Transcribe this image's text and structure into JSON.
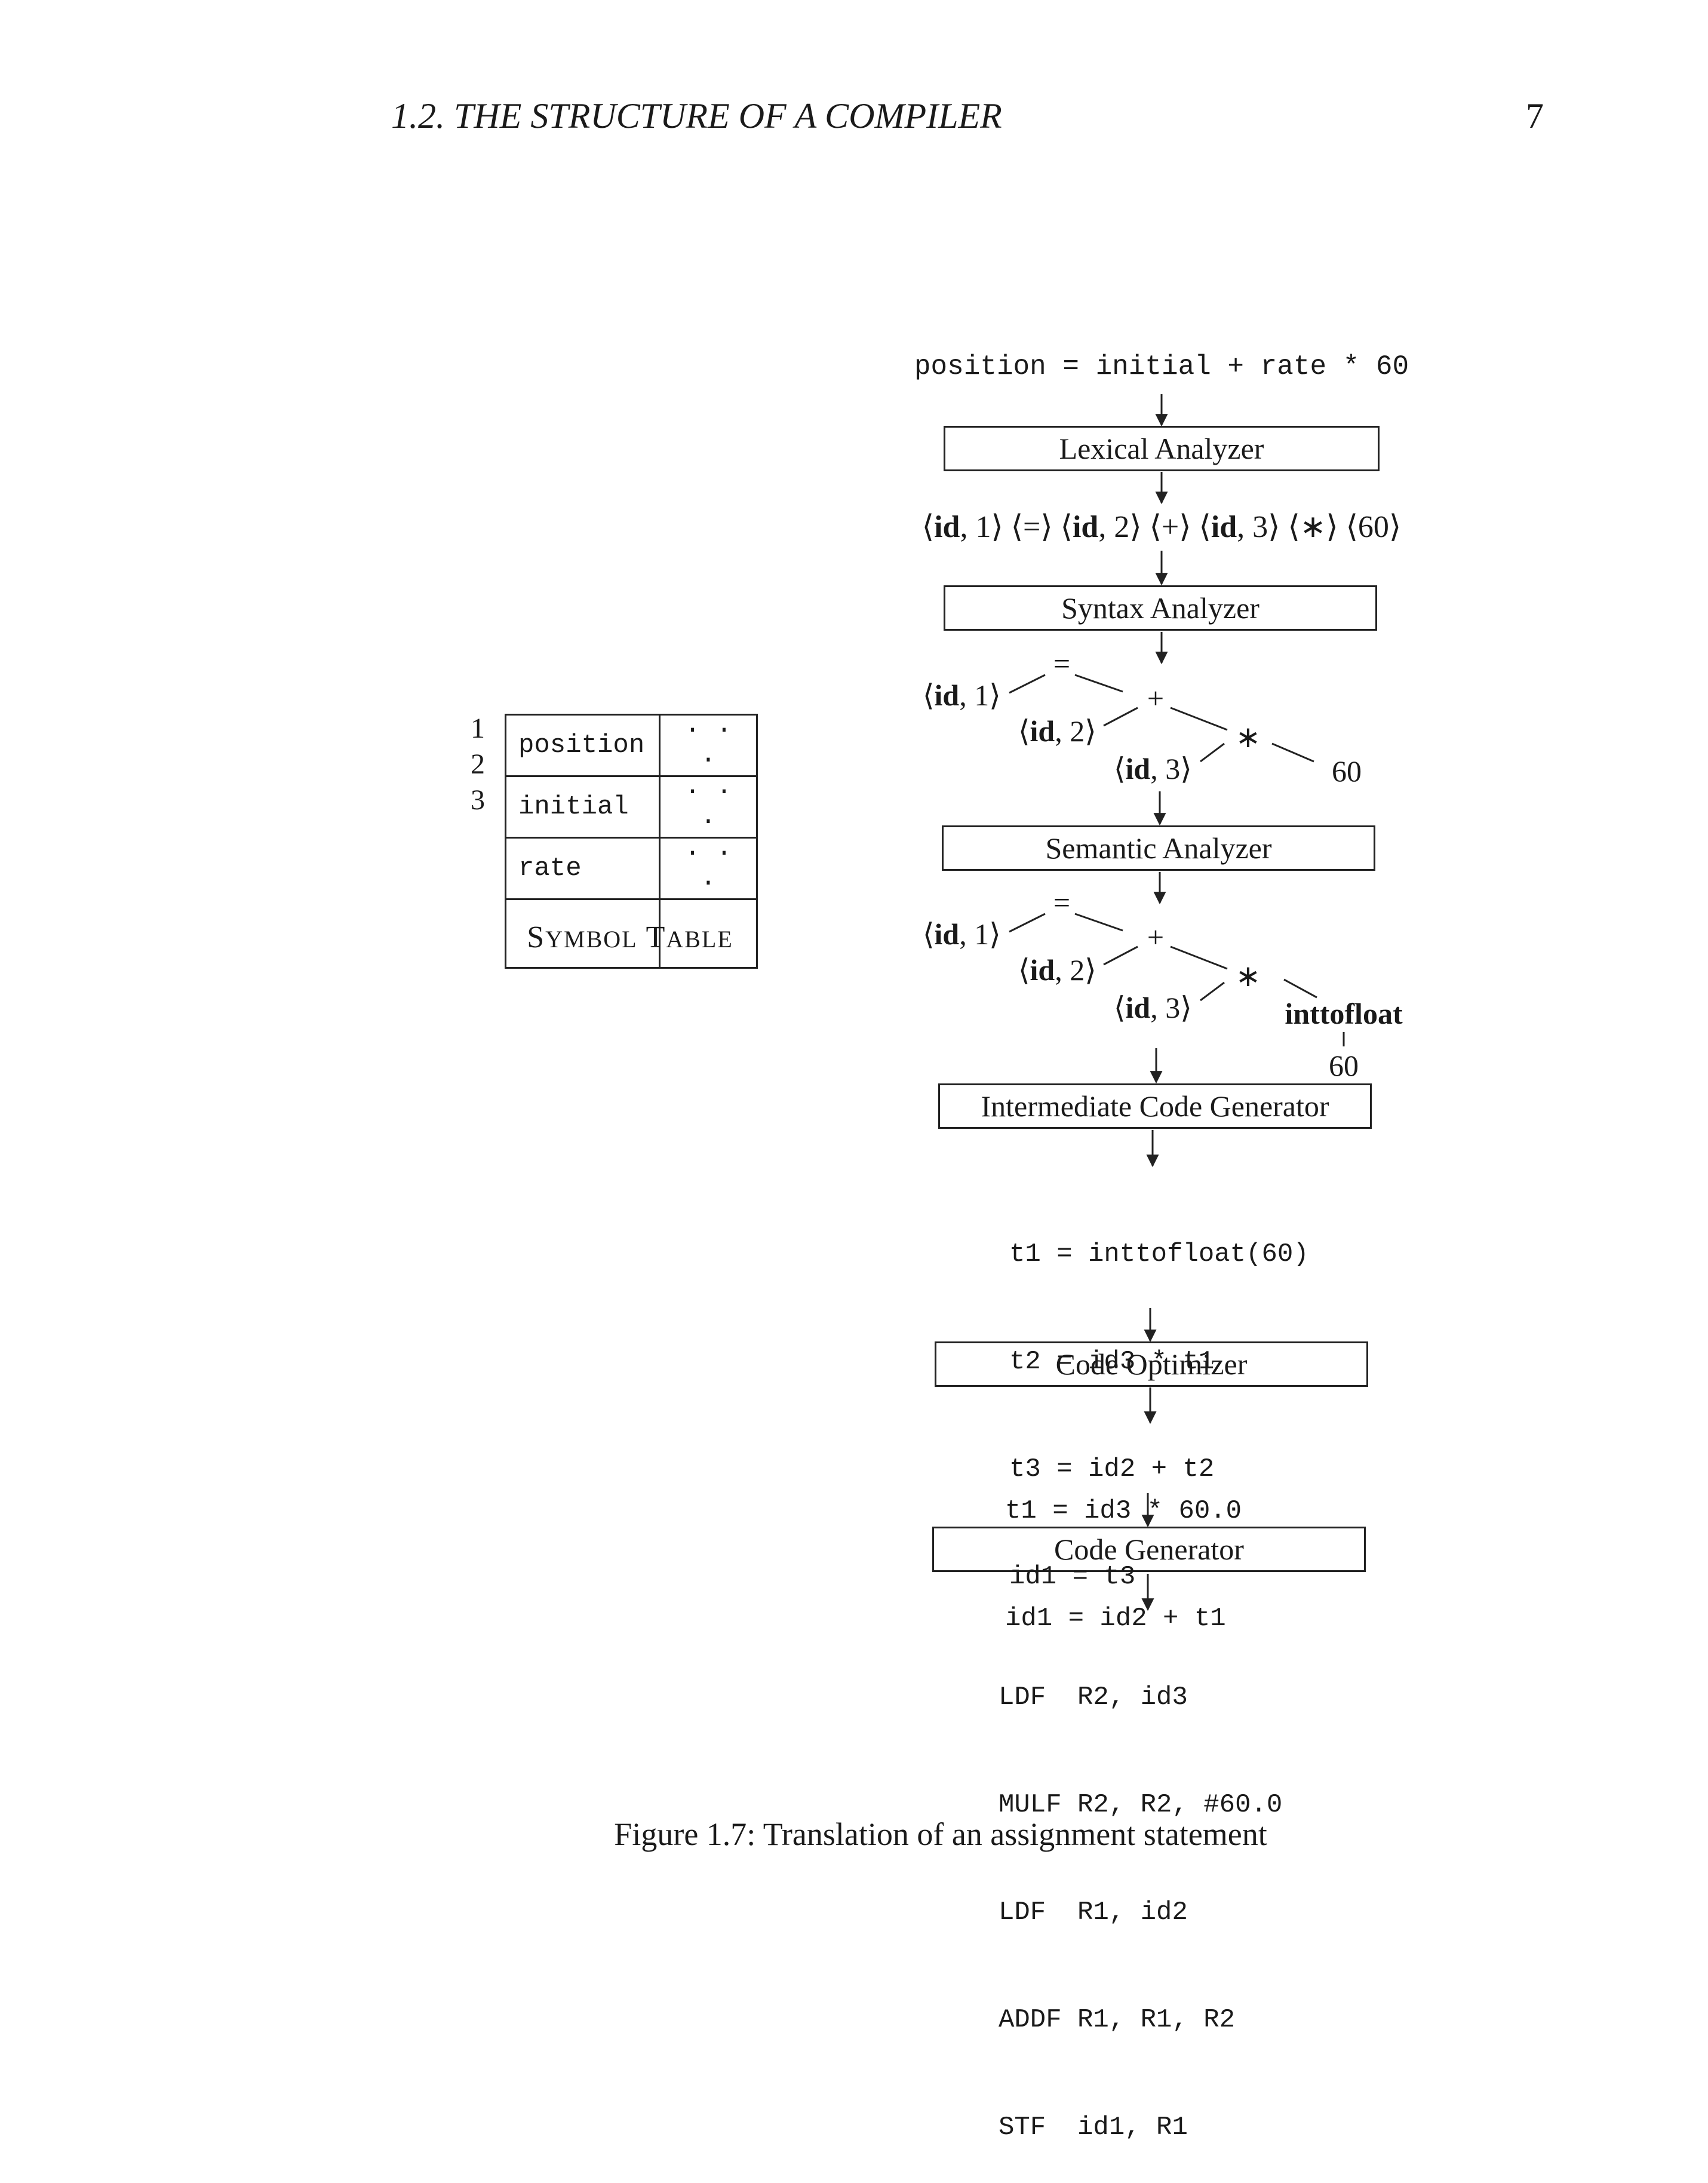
{
  "header": {
    "title": "1.2.  THE STRUCTURE OF A COMPILER",
    "page_number": "7"
  },
  "source_statement": "position = initial + rate * 60",
  "stages": [
    "Lexical Analyzer",
    "Syntax Analyzer",
    "Semantic Analyzer",
    "Intermediate Code Generator",
    "Code Optimizer",
    "Code Generator"
  ],
  "token_stream": {
    "id_keyword": "id",
    "t1_num": ", 1",
    "op_eq": "=",
    "t2_num": ", 2",
    "op_plus": "+",
    "t3_num": ", 3",
    "op_mul": "∗",
    "num_60": "60"
  },
  "syntax_tree": {
    "root": "=",
    "plus": "+",
    "mul": "∗",
    "id_keyword": "id",
    "id1_num": ", 1",
    "id2_num": ", 2",
    "id3_num": ", 3",
    "leaf_60": "60"
  },
  "semantic_tree": {
    "root": "=",
    "plus": "+",
    "mul": "∗",
    "id_keyword": "id",
    "id1_num": ", 1",
    "id2_num": ", 2",
    "id3_num": ", 3",
    "conversion": "inttofloat",
    "leaf_60": "60"
  },
  "intermediate_code": [
    "t1 = inttofloat(60)",
    "t2 = id3 * t1",
    "t3 = id2 + t2",
    "id1 = t3"
  ],
  "optimized_code": [
    "t1 = id3 * 60.0",
    "id1 = id2 + t1"
  ],
  "target_code": [
    "LDF  R2, id3",
    "MULF R2, R2, #60.0",
    "LDF  R1, id2",
    "ADDF R1, R1, R2",
    "STF  id1, R1"
  ],
  "symbol_table": {
    "caption_s": "S",
    "caption_ymbol": "YMBOL",
    "caption_t": "T",
    "caption_able": "ABLE",
    "rows": [
      {
        "index": "1",
        "name": "position",
        "attrs": "· · ·"
      },
      {
        "index": "2",
        "name": "initial",
        "attrs": "· · ·"
      },
      {
        "index": "3",
        "name": "rate",
        "attrs": "· · ·"
      }
    ]
  },
  "caption": "Figure 1.7: Translation of an assignment statement"
}
